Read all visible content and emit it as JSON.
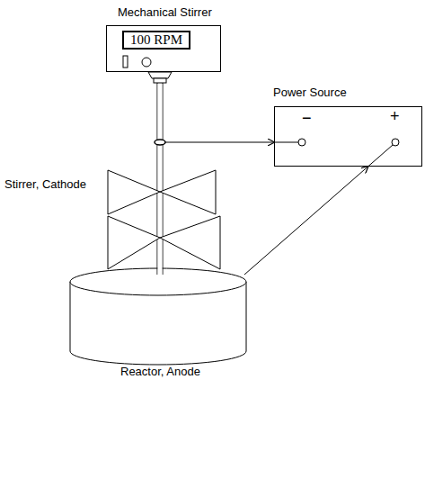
{
  "diagram": {
    "nodes": [
      {
        "text": [
          "Mechanical Stirrer",
          "100 RPM"
        ]
      },
      {
        "text": [
          "Power Source",
          "−",
          "+"
        ]
      },
      {
        "text": [
          "Stirrer, Cathode"
        ]
      },
      {
        "text": [
          "Reactor, Anode"
        ]
      }
    ],
    "edges": [
      {
        "from": 2,
        "to": 1,
        "arrow": "to"
      },
      {
        "from": 3,
        "to": 1,
        "arrow": "to"
      }
    ]
  }
}
